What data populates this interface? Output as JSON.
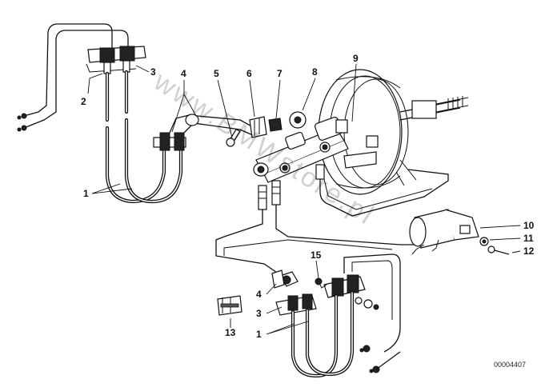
{
  "watermark": "www.BMWstore.pl",
  "part_id": "00004407",
  "callouts": {
    "c1_upper": "1",
    "c2": "2",
    "c3_upper": "3",
    "c4_upper": "4",
    "c5": "5",
    "c6": "6",
    "c7": "7",
    "c8": "8",
    "c9": "9",
    "c10": "10",
    "c11": "11",
    "c12": "12",
    "c15": "15",
    "c4_lower": "4",
    "c3_lower": "3",
    "c13": "13",
    "c1_lower": "1"
  }
}
